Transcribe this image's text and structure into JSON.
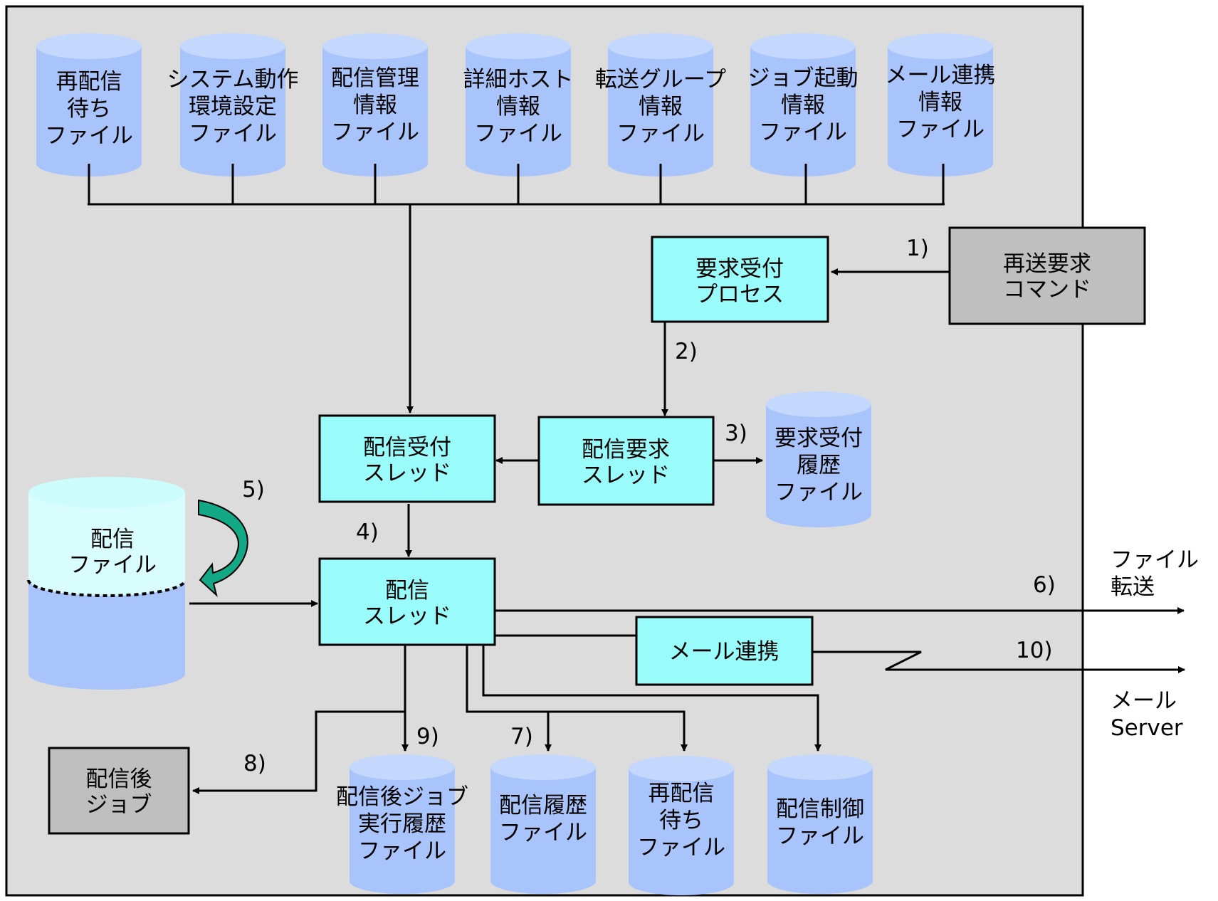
{
  "colors": {
    "frame_bg": "#dcdcdc",
    "cylinder_fill": "#a9c4fa",
    "cylinder_top": "#c4d8fd",
    "process_fill": "#99fbfa",
    "external_fill": "#bfbfbf",
    "green_arrow": "#13a886",
    "line": "#000000"
  },
  "top_files": [
    {
      "lines": [
        "再配信",
        "待ち",
        "ファイル"
      ]
    },
    {
      "lines": [
        "システム動作",
        "環境設定",
        "ファイル"
      ]
    },
    {
      "lines": [
        "配信管理",
        "情報",
        "ファイル"
      ]
    },
    {
      "lines": [
        "詳細ホスト",
        "情報",
        "ファイル"
      ]
    },
    {
      "lines": [
        "転送グループ",
        "情報",
        "ファイル"
      ]
    },
    {
      "lines": [
        "ジョブ起動",
        "情報",
        "ファイル"
      ]
    },
    {
      "lines": [
        "メール連携",
        "情報",
        "ファイル"
      ]
    }
  ],
  "processes": {
    "request_accept": [
      "要求受付",
      "プロセス"
    ],
    "distribution_accept": [
      "配信受付",
      "スレッド"
    ],
    "distribution_request": [
      "配信要求",
      "スレッド"
    ],
    "distribution_thread": [
      "配信",
      "スレッド"
    ],
    "mail_link": [
      "メール連携"
    ]
  },
  "externals": {
    "resend_command": [
      "再送要求",
      "コマンド"
    ],
    "post_job": [
      "配信後",
      "ジョブ"
    ]
  },
  "files": {
    "request_history": [
      "要求受付",
      "履歴",
      "ファイル"
    ],
    "distribution_file": [
      "配信",
      "ファイル"
    ],
    "post_job_history": [
      "配信後ジョブ",
      "実行履歴",
      "ファイル"
    ],
    "distribution_history": [
      "配信履歴",
      "ファイル"
    ],
    "resend_wait": [
      "再配信",
      "待ち",
      "ファイル"
    ],
    "distribution_control": [
      "配信制御",
      "ファイル"
    ]
  },
  "outputs": {
    "file_transfer": [
      "ファイル",
      "転送"
    ],
    "mail_server": [
      "メール",
      "Server"
    ]
  },
  "steps": {
    "s1": "1)",
    "s2": "2)",
    "s3": "3)",
    "s4": "4)",
    "s5": "5)",
    "s6": "6)",
    "s7": "7)",
    "s8": "8)",
    "s9": "9)",
    "s10": "10)"
  }
}
